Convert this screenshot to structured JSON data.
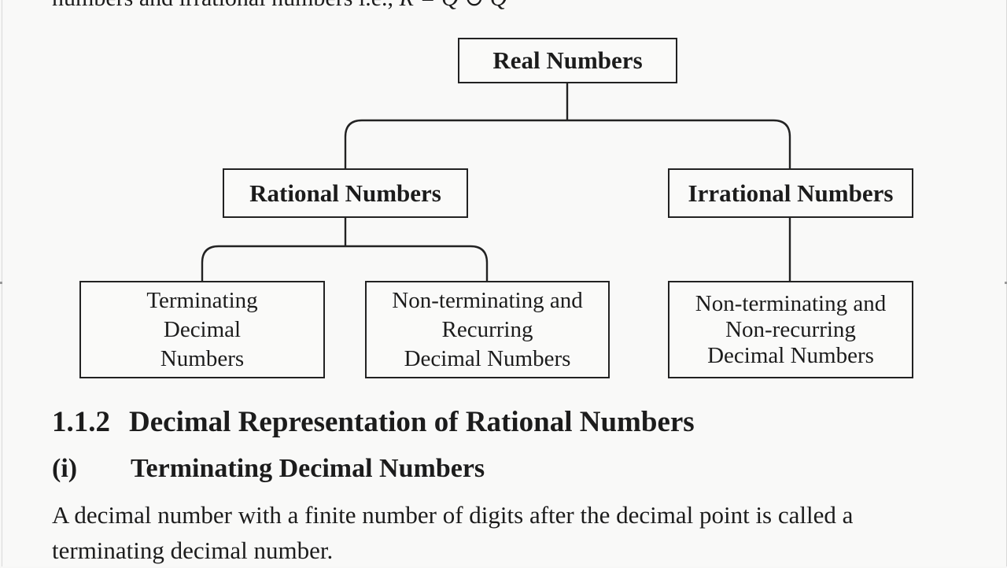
{
  "document": {
    "top_line": {
      "text": "numbers and irrational numbers i.e.,",
      "math": "R = Q ∪ Q′"
    },
    "diagram": {
      "root": {
        "label": "Real Numbers"
      },
      "rational": {
        "label": "Rational Numbers"
      },
      "irrational": {
        "label": "Irrational Numbers"
      },
      "terminating": {
        "lines": [
          "Terminating",
          "Decimal",
          "Numbers"
        ]
      },
      "nonterminating_recurring": {
        "lines": [
          "Non-terminating and",
          "Recurring",
          "Decimal Numbers"
        ]
      },
      "nonterminating_nonrecurring": {
        "lines": [
          "Non-terminating and",
          "Non-recurring",
          "Decimal Numbers"
        ]
      }
    },
    "section": {
      "number": "1.1.2",
      "title": "Decimal Representation of Rational Numbers"
    },
    "subsection": {
      "number": "(i)",
      "title": "Terminating Decimal Numbers"
    },
    "paragraph": "A decimal number with a finite number of digits after the decimal point is called a terminating decimal number."
  }
}
